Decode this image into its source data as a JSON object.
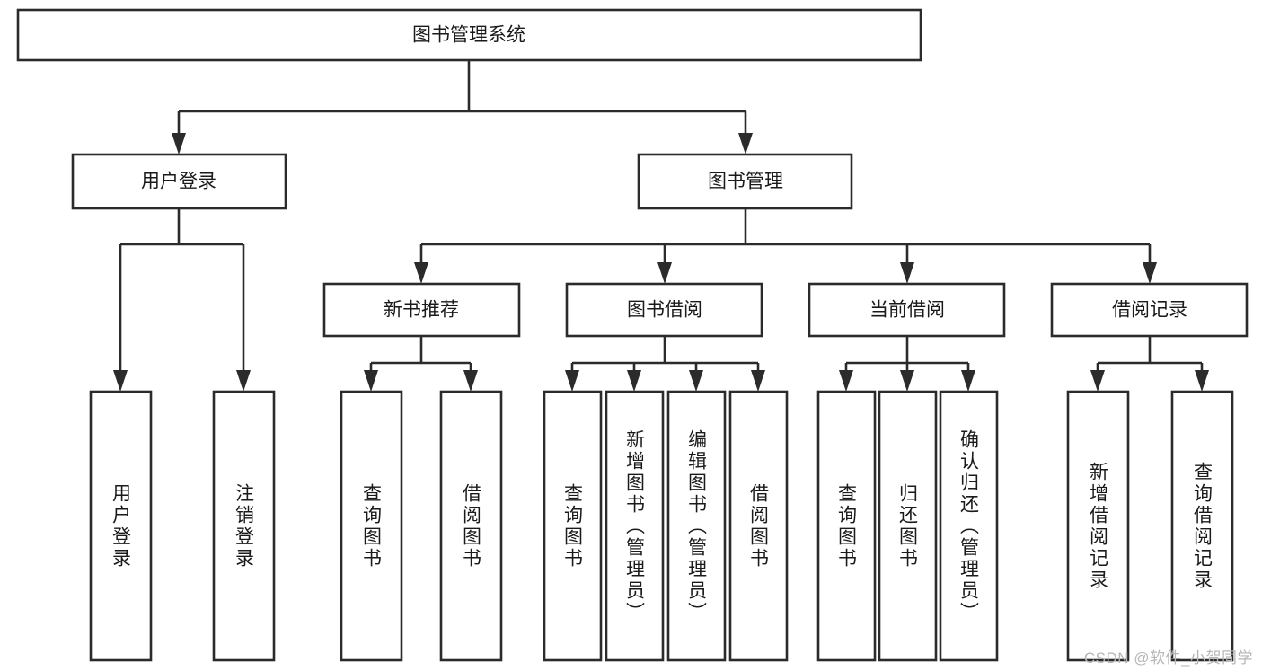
{
  "diagram": {
    "type": "tree-hierarchy-chart",
    "title": "图书管理系统",
    "levels": 4,
    "nodes": {
      "root": {
        "label": "图书管理系统",
        "orientation": "horizontal"
      },
      "level2": [
        {
          "id": "user-login",
          "label": "用户登录",
          "orientation": "horizontal"
        },
        {
          "id": "book-management",
          "label": "图书管理",
          "orientation": "horizontal"
        }
      ],
      "level3": [
        {
          "id": "new-book-recommend",
          "label": "新书推荐",
          "orientation": "horizontal",
          "parent": "book-management"
        },
        {
          "id": "book-borrow",
          "label": "图书借阅",
          "orientation": "horizontal",
          "parent": "book-management"
        },
        {
          "id": "current-borrow",
          "label": "当前借阅",
          "orientation": "horizontal",
          "parent": "book-management"
        },
        {
          "id": "borrow-record",
          "label": "借阅记录",
          "orientation": "horizontal",
          "parent": "book-management"
        }
      ],
      "level4": [
        {
          "id": "leaf-user-login",
          "label": "用户登录",
          "orientation": "vertical",
          "parent": "user-login"
        },
        {
          "id": "leaf-user-logout",
          "label": "注销登录",
          "orientation": "vertical",
          "parent": "user-login"
        },
        {
          "id": "leaf-query-book-1",
          "label": "查询图书",
          "orientation": "vertical",
          "parent": "new-book-recommend"
        },
        {
          "id": "leaf-borrow-book-1",
          "label": "借阅图书",
          "orientation": "vertical",
          "parent": "new-book-recommend"
        },
        {
          "id": "leaf-query-book-2",
          "label": "查询图书",
          "orientation": "vertical",
          "parent": "book-borrow"
        },
        {
          "id": "leaf-add-book",
          "label": "新增图书（管理员）",
          "orientation": "vertical",
          "parent": "book-borrow"
        },
        {
          "id": "leaf-edit-book",
          "label": "编辑图书（管理员）",
          "orientation": "vertical",
          "parent": "book-borrow"
        },
        {
          "id": "leaf-borrow-book-2",
          "label": "借阅图书",
          "orientation": "vertical",
          "parent": "book-borrow"
        },
        {
          "id": "leaf-query-book-3",
          "label": "查询图书",
          "orientation": "vertical",
          "parent": "current-borrow"
        },
        {
          "id": "leaf-return-book",
          "label": "归还图书",
          "orientation": "vertical",
          "parent": "current-borrow"
        },
        {
          "id": "leaf-confirm-return",
          "label": "确认归还（管理员）",
          "orientation": "vertical",
          "parent": "current-borrow"
        },
        {
          "id": "leaf-add-record",
          "label": "新增借阅记录",
          "orientation": "vertical",
          "parent": "borrow-record"
        },
        {
          "id": "leaf-query-record",
          "label": "查询借阅记录",
          "orientation": "vertical",
          "parent": "borrow-record"
        }
      ]
    },
    "colors": {
      "background": "#ffffff",
      "node_fill": "#ffffff",
      "node_stroke": "#2b2b2b",
      "connector": "#2b2b2b",
      "text": "#1a1a1a",
      "watermark": "#b6b6b6"
    }
  },
  "watermark": {
    "text": "CSDN @软件_小贺同学"
  }
}
